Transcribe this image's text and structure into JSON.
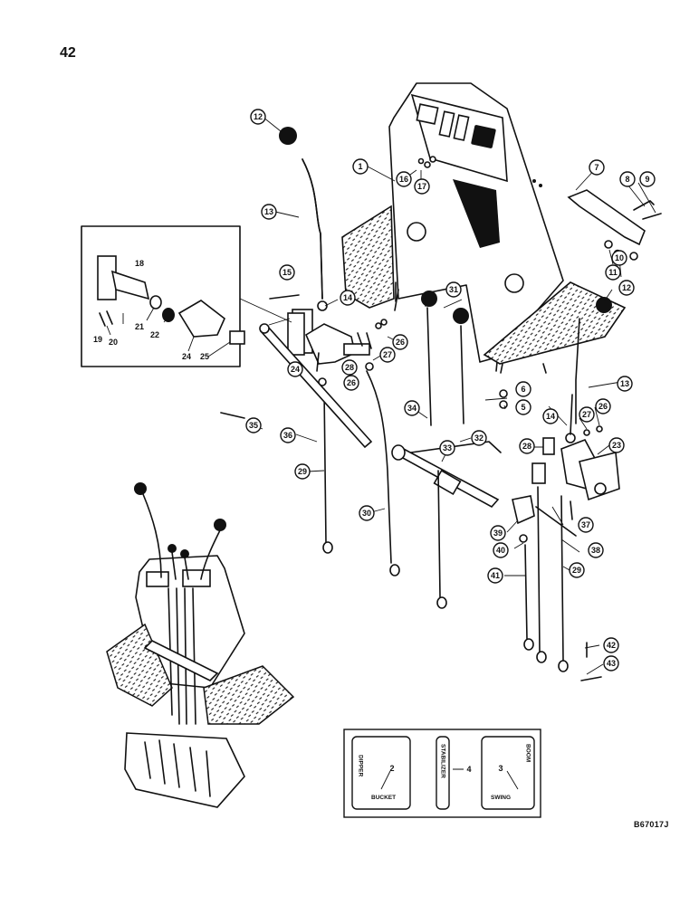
{
  "page": {
    "number": "42",
    "figure_code": "B67017J"
  },
  "callouts": [
    {
      "label": "1"
    },
    {
      "label": "2"
    },
    {
      "label": "3"
    },
    {
      "label": "4"
    },
    {
      "label": "5"
    },
    {
      "label": "6"
    },
    {
      "label": "7"
    },
    {
      "label": "8"
    },
    {
      "label": "9"
    },
    {
      "label": "10"
    },
    {
      "label": "11"
    },
    {
      "label": "12"
    },
    {
      "label": "12"
    },
    {
      "label": "13"
    },
    {
      "label": "13"
    },
    {
      "label": "14"
    },
    {
      "label": "14"
    },
    {
      "label": "15"
    },
    {
      "label": "16"
    },
    {
      "label": "17"
    },
    {
      "label": "18"
    },
    {
      "label": "19"
    },
    {
      "label": "20"
    },
    {
      "label": "21"
    },
    {
      "label": "22"
    },
    {
      "label": "23"
    },
    {
      "label": "24"
    },
    {
      "label": "24"
    },
    {
      "label": "25"
    },
    {
      "label": "26"
    },
    {
      "label": "26"
    },
    {
      "label": "26"
    },
    {
      "label": "27"
    },
    {
      "label": "27"
    },
    {
      "label": "28"
    },
    {
      "label": "28"
    },
    {
      "label": "29"
    },
    {
      "label": "29"
    },
    {
      "label": "30"
    },
    {
      "label": "31"
    },
    {
      "label": "32"
    },
    {
      "label": "33"
    },
    {
      "label": "34"
    },
    {
      "label": "35"
    },
    {
      "label": "36"
    },
    {
      "label": "37"
    },
    {
      "label": "38"
    },
    {
      "label": "39"
    },
    {
      "label": "40"
    },
    {
      "label": "41"
    },
    {
      "label": "42"
    },
    {
      "label": "43"
    }
  ],
  "decals": [
    {
      "vertical": "DIPPER",
      "horizontal": "BUCKET",
      "callout": "2"
    },
    {
      "vertical": "STABILIZER",
      "horizontal": "",
      "callout": "4"
    },
    {
      "vertical": "BOOM",
      "horizontal": "SWING",
      "callout": "3"
    }
  ]
}
